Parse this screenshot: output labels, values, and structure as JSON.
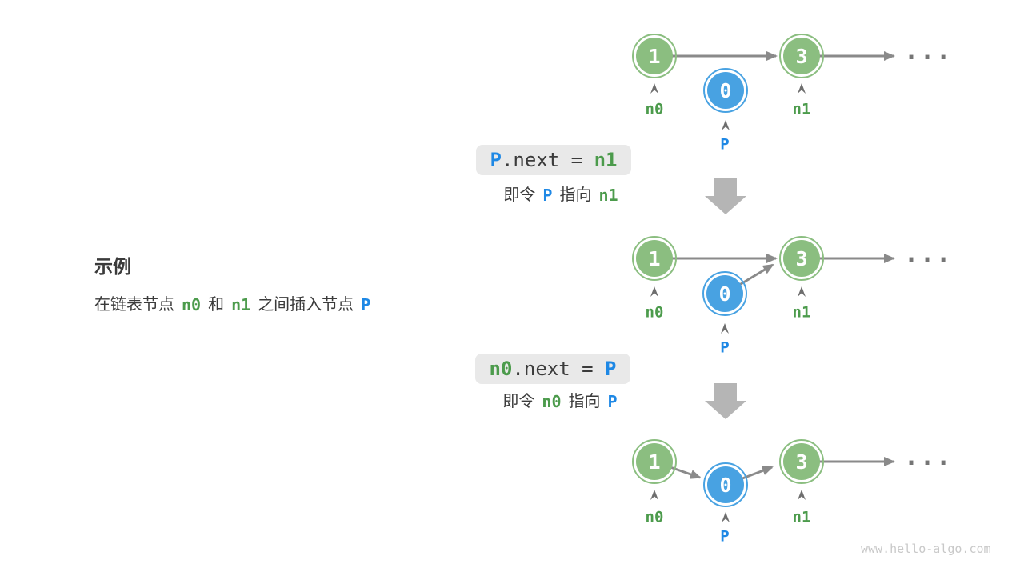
{
  "colors": {
    "node_green": "#8BBE80",
    "node_blue": "#48A2E2",
    "token_green": "#4C9B4C",
    "token_blue": "#1E88E5",
    "text_dark": "#3B3B3B",
    "arrow_gray": "#8A8A8A",
    "caret_gray": "#6E6E6E",
    "block_arrow_gray": "#B5B5B5",
    "code_box_bg": "#E9E9E9",
    "watermark_gray": "#C9C9C9"
  },
  "example": {
    "heading": "示例",
    "line": {
      "part1": "在链表节点",
      "n0": "n0",
      "part2": "和",
      "n1": "n1",
      "part3": "之间插入节点",
      "p": "P"
    }
  },
  "steps": [
    {
      "code": {
        "lhs": "P",
        "mid": ".next = ",
        "rhs": "n1"
      },
      "caption": {
        "part1": "即令",
        "token1": "P",
        "part2": "指向",
        "token2": "n1"
      }
    },
    {
      "code": {
        "lhs": "n0",
        "mid": ".next = ",
        "rhs": "P"
      },
      "caption": {
        "part1": "即令",
        "token1": "n0",
        "part2": "指向",
        "token2": "P"
      }
    }
  ],
  "lists": [
    {
      "nodes": [
        {
          "value": "1",
          "label": "n0"
        },
        {
          "value": "0",
          "label": "P"
        },
        {
          "value": "3",
          "label": "n1"
        }
      ],
      "ellipsis": "..."
    },
    {
      "nodes": [
        {
          "value": "1",
          "label": "n0"
        },
        {
          "value": "0",
          "label": "P"
        },
        {
          "value": "3",
          "label": "n1"
        }
      ],
      "ellipsis": "..."
    },
    {
      "nodes": [
        {
          "value": "1",
          "label": "n0"
        },
        {
          "value": "0",
          "label": "P"
        },
        {
          "value": "3",
          "label": "n1"
        }
      ],
      "ellipsis": "..."
    }
  ],
  "watermark": "www.hello-algo.com"
}
